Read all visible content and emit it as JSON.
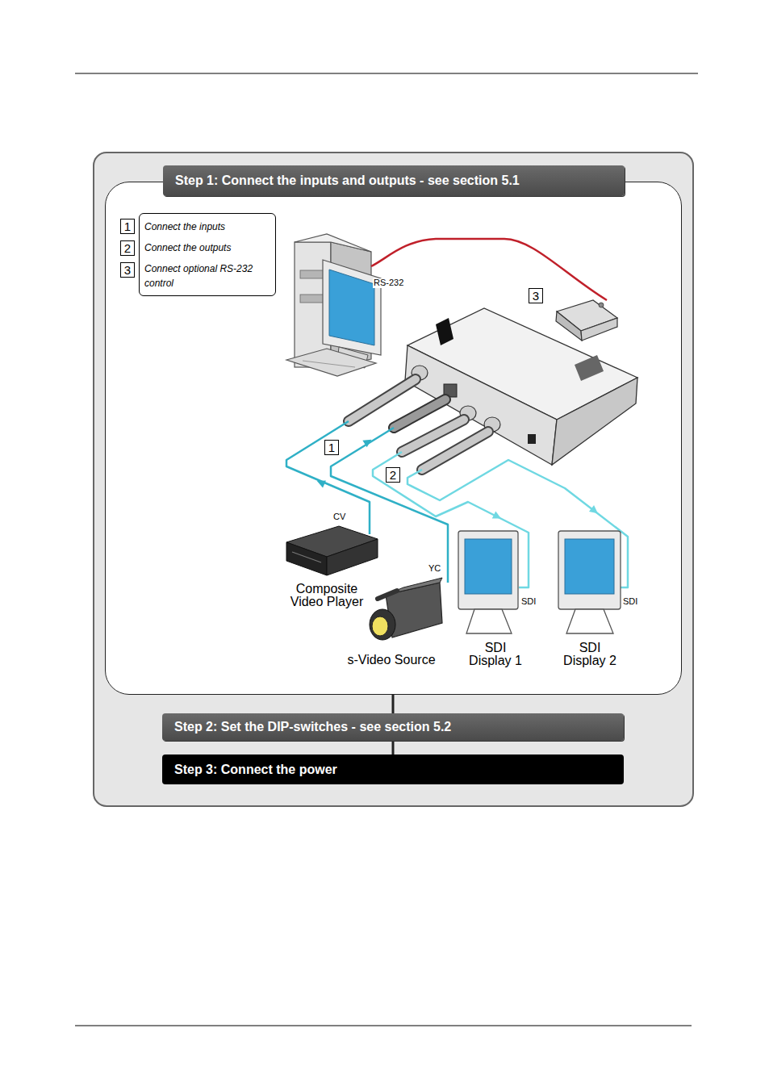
{
  "diagram": {
    "nodes": [
      {
        "text": [
          "Step 1: Connect the inputs and outputs - see section 5.1"
        ]
      },
      {
        "text": [
          "Connect the inputs",
          "Connect the outputs",
          "Connect optional RS-232 control"
        ],
        "in": 0
      },
      {
        "text": [
          "Step 2: Set the DIP-switches - see section 5.2"
        ]
      },
      {
        "text": [
          "Step 3: Connect the power"
        ]
      }
    ],
    "edges": [
      {
        "from": 0,
        "to": 2,
        "arrow": "none"
      },
      {
        "from": 2,
        "to": 3,
        "arrow": "none"
      }
    ],
    "labels": [
      "1",
      "2",
      "3",
      "RS-232",
      "3",
      "1",
      "2",
      "CV",
      "YC",
      "Composite Video Player",
      "s-Video Source",
      "SDI",
      "SDI",
      "SDI Display 1",
      "SDI Display 2"
    ]
  }
}
